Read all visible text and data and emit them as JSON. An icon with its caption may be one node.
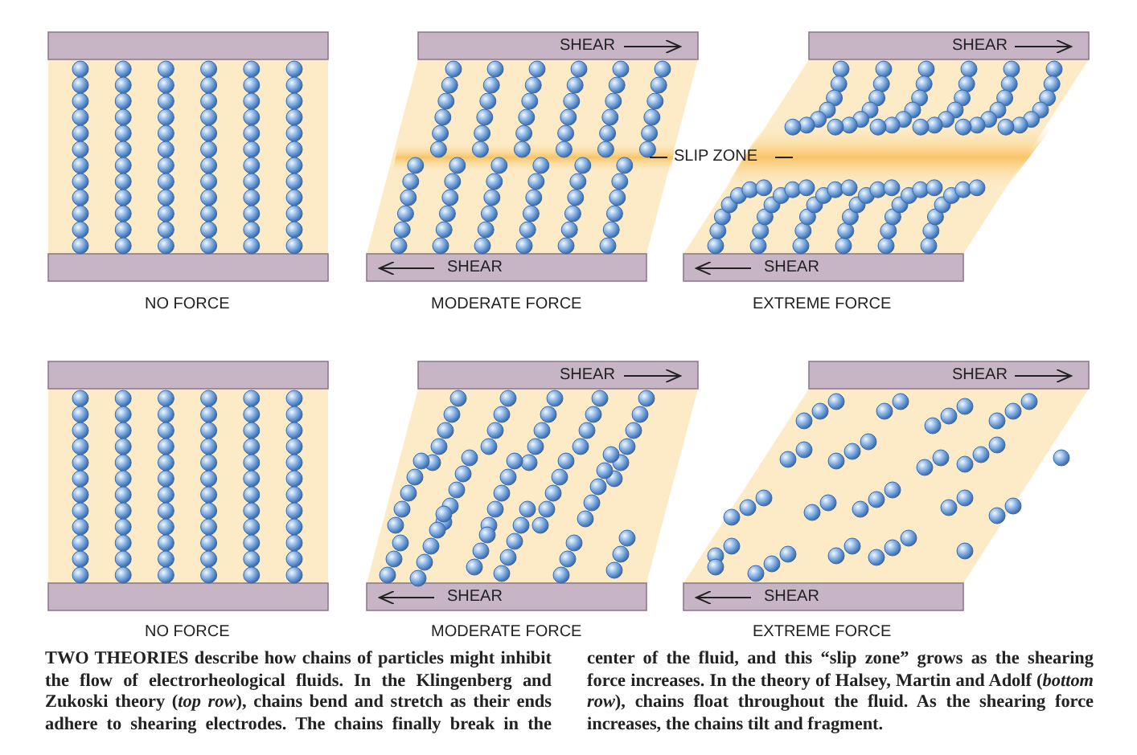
{
  "diagram": {
    "caption": "TWO THEORIES describe how chains of particles might inhibit the flow of electrorheological fluids. In the Klingenberg and Zukoski theory (*top row*), chains bend and stretch as their ends adhere to shearing electrodes. The chains finally break in the center of the fluid, and this “slip zone” grows as the shearing force increases. In the theory of Halsey, Martin and Adolf (*bottom row*), chains float throughout the fluid. As the shearing force increases, the chains tilt and fragment.",
    "labels": [
      "SHEAR",
      "SHEAR",
      "SLIP ZONE",
      "SHEAR",
      "SHEAR",
      "NO FORCE",
      "MODERATE FORCE",
      "EXTREME FORCE",
      "SHEAR",
      "SHEAR",
      "SHEAR",
      "SHEAR",
      "NO FORCE",
      "MODERATE FORCE",
      "EXTREME FORCE"
    ]
  }
}
